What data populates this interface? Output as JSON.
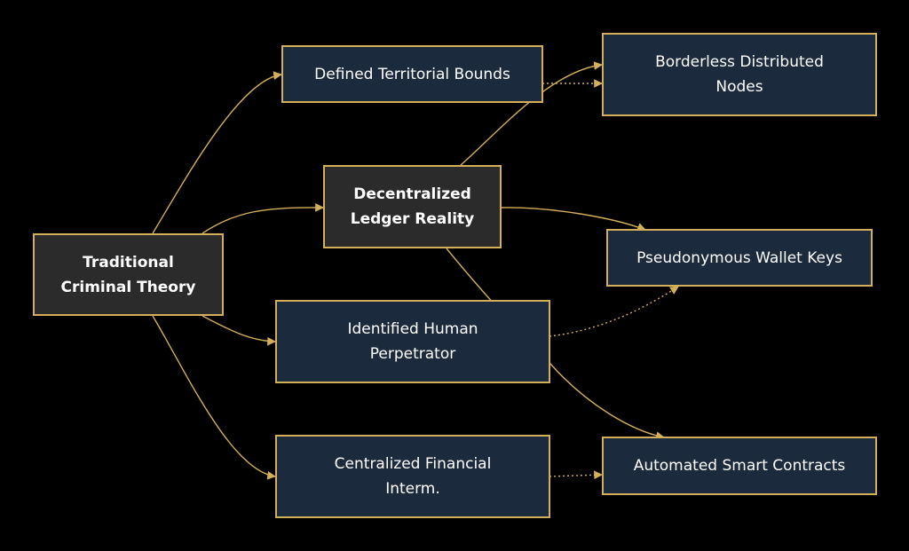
{
  "nodes": {
    "traditional": "Traditional\nCriminal Theory",
    "decentralized": "Decentralized\nLedger Reality",
    "territorial": "Defined Territorial Bounds",
    "borderless": "Borderless Distributed\nNodes",
    "human": "Identified Human\nPerpetrator",
    "wallet": "Pseudonymous Wallet Keys",
    "intermediary": "Centralized Financial\nInterm.",
    "contracts": "Automated Smart Contracts"
  },
  "colors": {
    "background": "#000000",
    "node_fill": "#1c2a3d",
    "node_fill_emphasis": "#2b2b2b",
    "border_and_edges": "#d4af5a",
    "text": "#ffffff"
  },
  "edges": [
    {
      "from": "traditional",
      "to": "territorial",
      "style": "solid"
    },
    {
      "from": "traditional",
      "to": "decentralized",
      "style": "solid"
    },
    {
      "from": "traditional",
      "to": "human",
      "style": "solid"
    },
    {
      "from": "traditional",
      "to": "intermediary",
      "style": "solid"
    },
    {
      "from": "decentralized",
      "to": "borderless",
      "style": "solid"
    },
    {
      "from": "decentralized",
      "to": "wallet",
      "style": "solid"
    },
    {
      "from": "decentralized",
      "to": "contracts",
      "style": "solid"
    },
    {
      "from": "territorial",
      "to": "borderless",
      "style": "dotted"
    },
    {
      "from": "human",
      "to": "wallet",
      "style": "dotted"
    },
    {
      "from": "intermediary",
      "to": "contracts",
      "style": "dotted"
    }
  ]
}
